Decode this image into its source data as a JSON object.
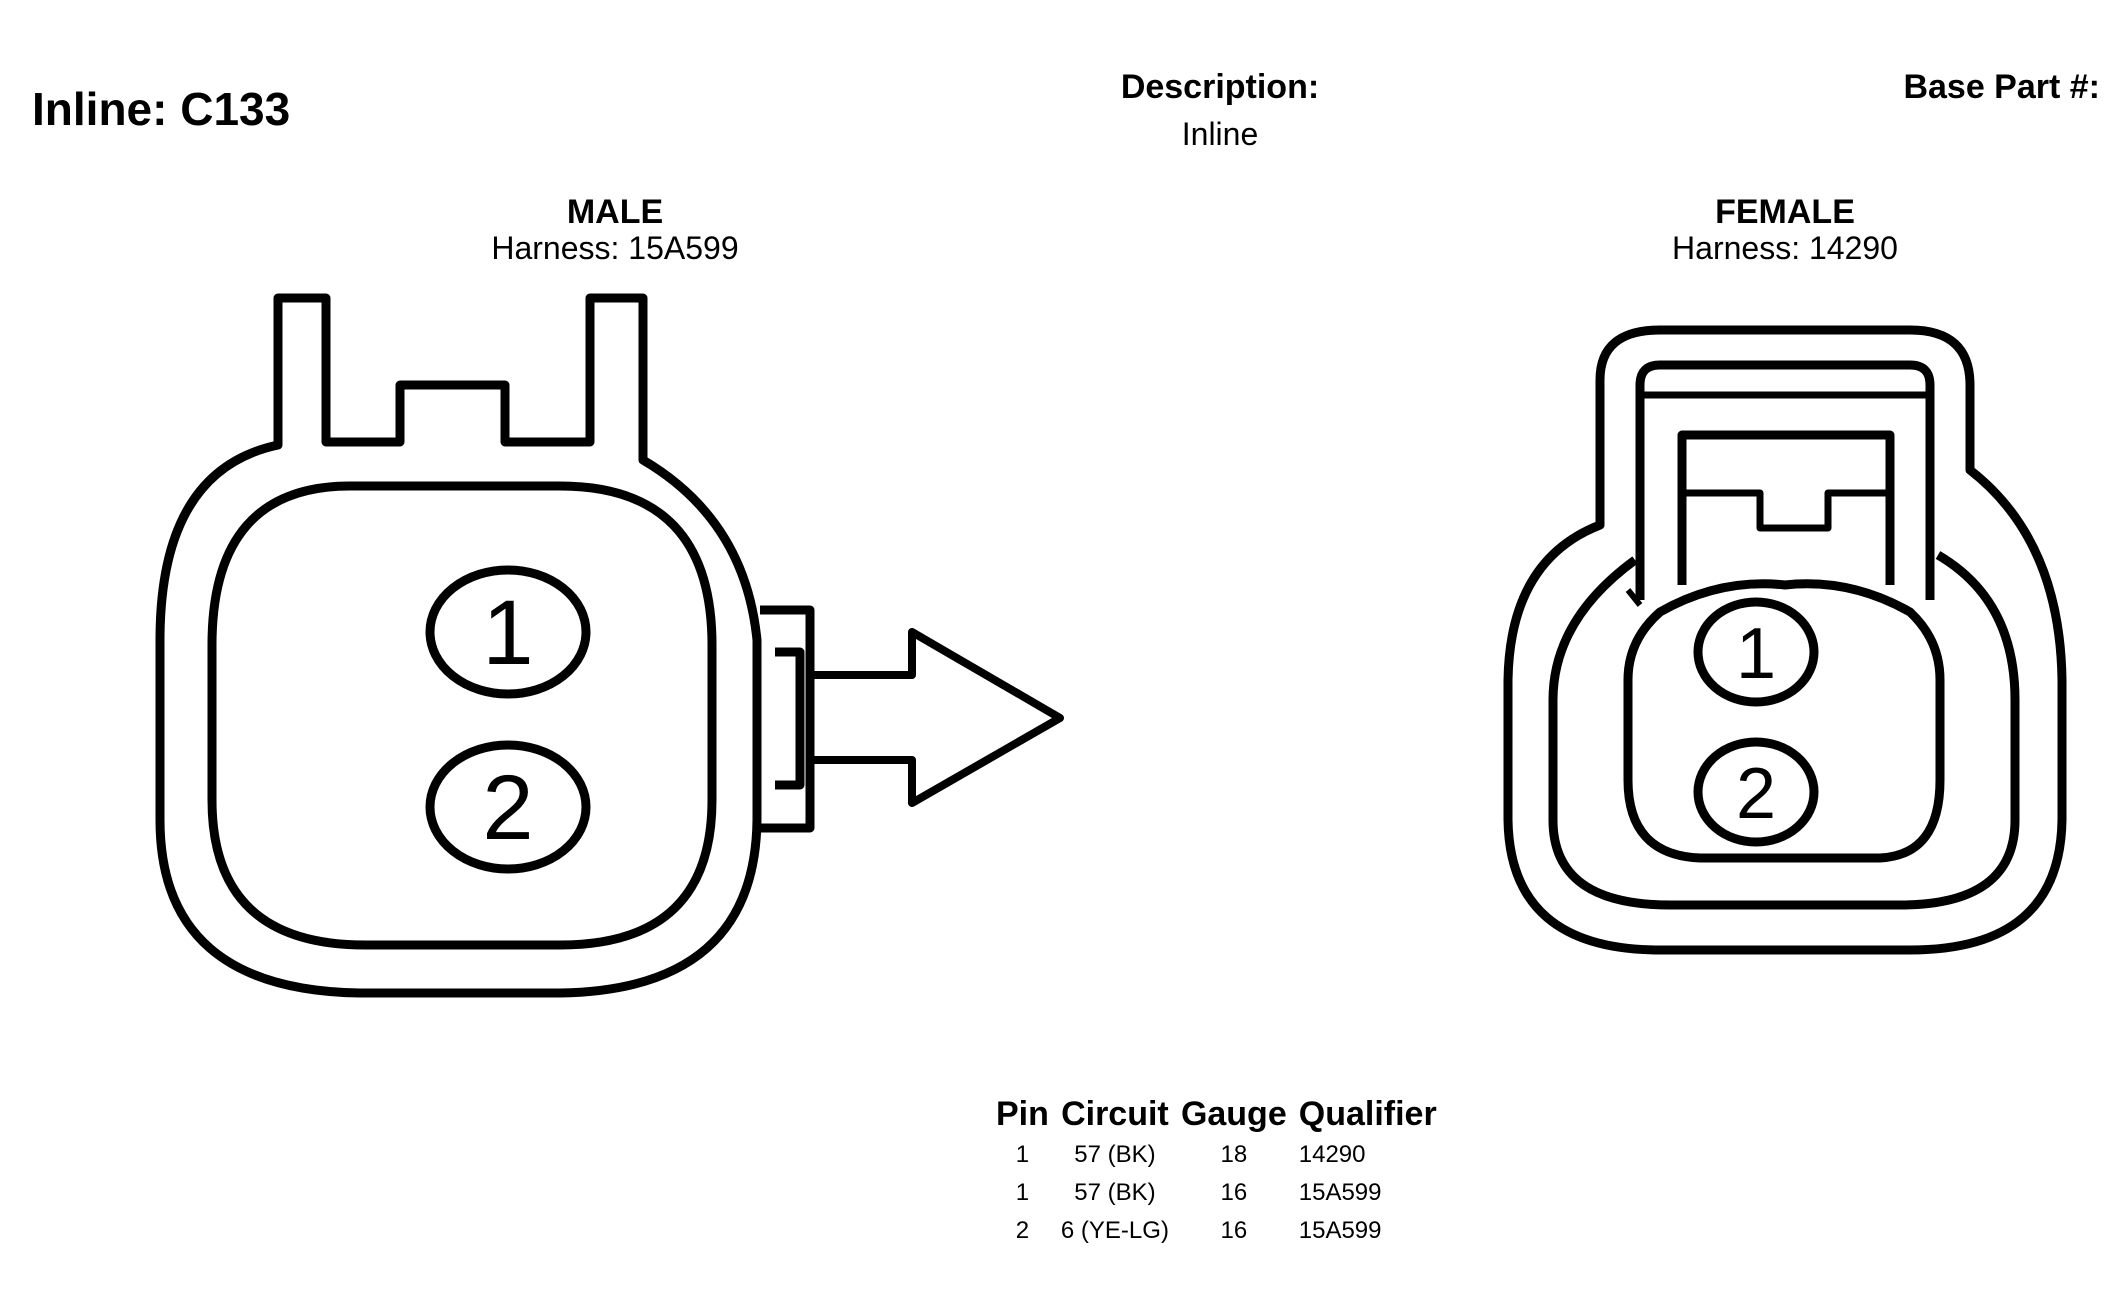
{
  "header": {
    "title": "Inline: C133",
    "description_label": "Description:",
    "description_value": "Inline",
    "base_part_label": "Base Part #:"
  },
  "male": {
    "title": "MALE",
    "harness": "Harness: 15A599",
    "pins": [
      "1",
      "2"
    ]
  },
  "female": {
    "title": "FEMALE",
    "harness": "Harness: 14290",
    "pins": [
      "1",
      "2"
    ]
  },
  "table": {
    "headers": [
      "Pin",
      "Circuit",
      "Gauge",
      "Qualifier"
    ],
    "rows": [
      [
        "1",
        "57 (BK)",
        "18",
        "14290"
      ],
      [
        "1",
        "57 (BK)",
        "16",
        "15A599"
      ],
      [
        "2",
        "6 (YE-LG)",
        "16",
        "15A599"
      ]
    ]
  }
}
